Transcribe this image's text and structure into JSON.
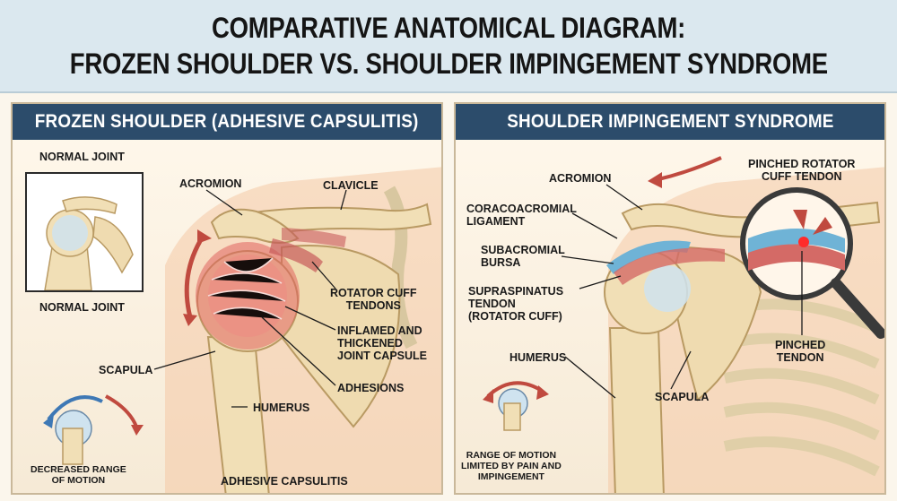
{
  "title": {
    "line1": "COMPARATIVE ANATOMICAL DIAGRAM:",
    "line2": "FROZEN SHOULDER VS. SHOULDER IMPINGEMENT SYNDROME"
  },
  "left_panel": {
    "header": "FROZEN SHOULDER (ADHESIVE CAPSULITIS)",
    "labels": {
      "normal_joint_top": "NORMAL JOINT",
      "normal_joint_bottom": "NORMAL JOINT",
      "acromion": "ACROMION",
      "clavicle": "CLAVICLE",
      "rotator_cuff_1": "ROTATOR CUFF",
      "rotator_cuff_2": "TENDONS",
      "inflamed_1": "INFLAMED AND",
      "inflamed_2": "THICKENED",
      "inflamed_3": "JOINT CAPSULE",
      "adhesions": "ADHESIONS",
      "scapula": "SCAPULA",
      "humerus": "HUMERUS",
      "decreased_1": "DECREASED RANGE",
      "decreased_2": "OF MOTION",
      "footer": "ADHESIVE CAPSULITIS"
    }
  },
  "right_panel": {
    "header": "SHOULDER IMPINGEMENT SYNDROME",
    "labels": {
      "acromion": "ACROMION",
      "pinched_cuff_1": "PINCHED ROTATOR",
      "pinched_cuff_2": "CUFF TENDON",
      "coracoacromial_1": "CORACOACROMIAL",
      "coracoacromial_2": "LIGAMENT",
      "subacromial_1": "SUBACROMIAL",
      "subacromial_2": "BURSA",
      "supraspinatus_1": "SUPRASPINATUS",
      "supraspinatus_2": "TENDON",
      "supraspinatus_3": "(ROTATOR CUFF)",
      "humerus": "HUMERUS",
      "scapula": "SCAPULA",
      "pinched_tendon_1": "PINCHED",
      "pinched_tendon_2": "TENDON",
      "rom_1": "RANGE OF MOTION",
      "rom_2": "LIMITED BY PAIN AND",
      "rom_3": "IMPINGEMENT"
    }
  },
  "colors": {
    "header_bg": "#2c4c6b",
    "title_band": "#dbe8ef",
    "bone": "#f1dfb6",
    "bone_outline": "#b99a63",
    "inflamed": "#e0625e",
    "bursa": "#6fb3d6",
    "arrow_red": "#c04a3f",
    "arrow_blue": "#3e78b5"
  }
}
